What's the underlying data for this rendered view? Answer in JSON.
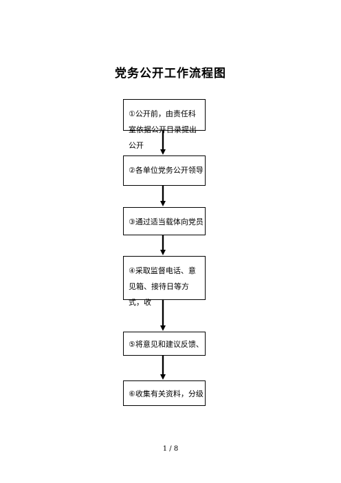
{
  "title": "党务公开工作流程图",
  "steps": [
    {
      "text": "①公开前，由责任科室依据公开目录提出公开"
    },
    {
      "text": "②各单位党务公开领导"
    },
    {
      "text": "③通过适当载体向党员"
    },
    {
      "text": "④采取监督电话、意见箱、接待日等方式，收"
    },
    {
      "text": "⑤将意见和建议反馈、"
    },
    {
      "text": "⑥收集有关资料，分级"
    }
  ],
  "page_number": "1 / 8"
}
